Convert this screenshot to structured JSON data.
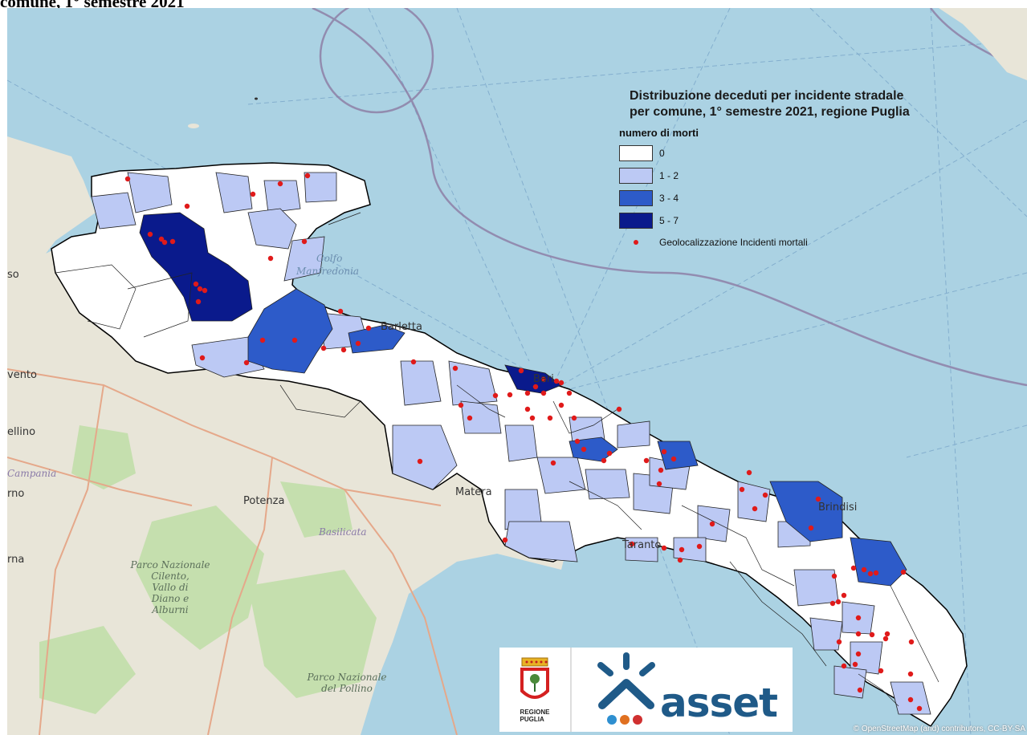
{
  "caption": "comune, 1° semestre 2021",
  "legend": {
    "title_line1": "Distribuzione deceduti per incidente stradale",
    "title_line2": "per comune, 1° semestre 2021, regione Puglia",
    "subtitle": "numero di morti",
    "classes": [
      {
        "label": "0",
        "color": "#ffffff"
      },
      {
        "label": "1 - 2",
        "color": "#bcc9f4"
      },
      {
        "label": "3 - 4",
        "color": "#2d5bc9"
      },
      {
        "label": "5 - 7",
        "color": "#0a1a8c"
      }
    ],
    "points_label": "Geolocalizzazione Incidenti mortali",
    "point_color": "#e01a1a"
  },
  "places": {
    "golfo": "Golfo",
    "manfredonia": "Manfredonia",
    "barletta": "Barletta",
    "bari": "Bari",
    "so": "so",
    "vento": "vento",
    "ellino": "ellino",
    "campania": "Campania",
    "rno": "rno",
    "matera": "Matera",
    "potenza": "Potenza",
    "basilicata": "Basilicata",
    "taranto": "Taranto",
    "brindisi": "Brindisi",
    "rna": "rna",
    "parco1_l1": "Parco Nazionale",
    "parco1_l2": "Cilento,",
    "parco1_l3": "Vallo di",
    "parco1_l4": "Diano e",
    "parco1_l5": "Alburni",
    "parco2_l1": "Parco Nazionale",
    "parco2_l2": "del Pollino"
  },
  "logos": {
    "puglia_line1": "REGIONE",
    "puglia_line2": "PUGLIA",
    "asset": "asset"
  },
  "attribution": "© OpenStreetMap (and) contributors, CC-BY-SA",
  "colors": {
    "sea": "#abd2e3",
    "land": "#e8e5d8",
    "forest": "#c5dfae",
    "zero": "#ffffff",
    "light": "#bcc9f4",
    "mid": "#2d5bc9",
    "dark": "#0a1a8c",
    "dot": "#e01a1a"
  }
}
